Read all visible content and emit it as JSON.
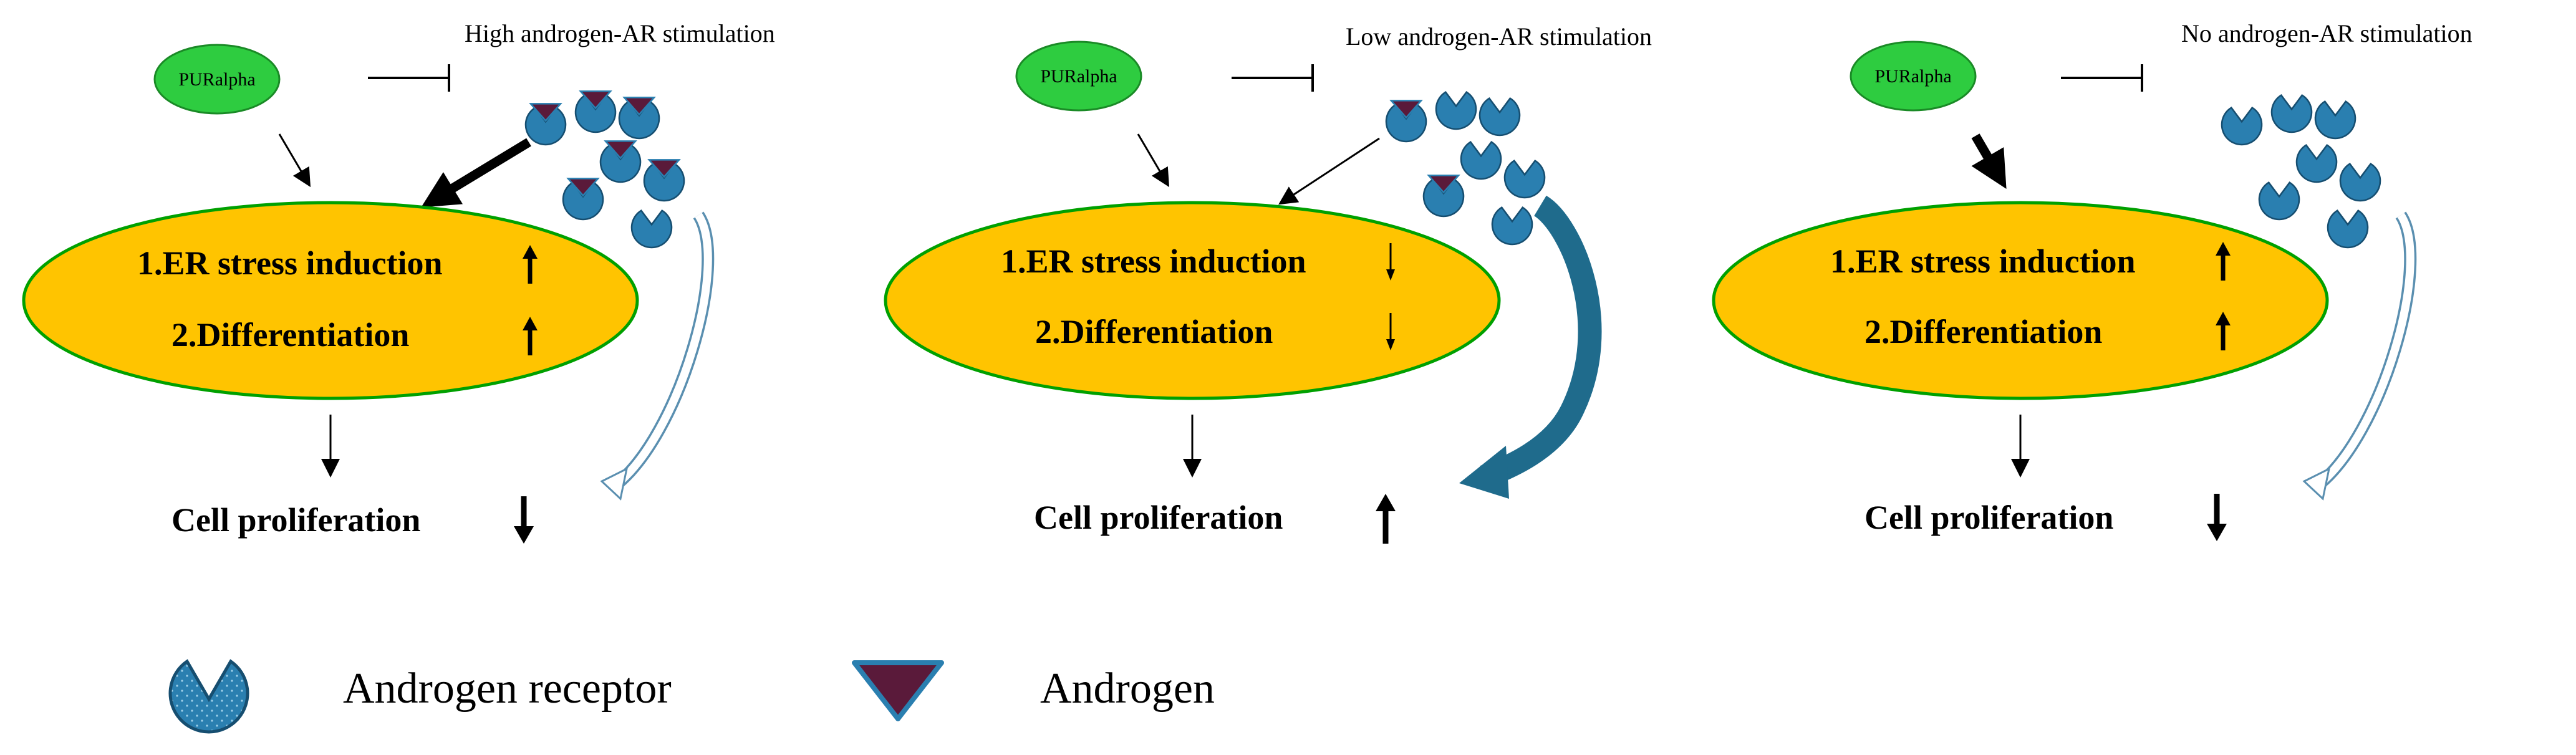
{
  "colors": {
    "puralpha_fill": "#2ecc40",
    "ellipse_fill": "#ffc400",
    "ellipse_stroke": "#00a000",
    "receptor_fill": "#2a7fb0",
    "receptor_stroke": "#164e70",
    "androgen_fill": "#5a1a3a",
    "curved_arrow_dark": "#1f6b8c",
    "curved_arrow_light": "#c5d8e5"
  },
  "panels": [
    {
      "title": "High androgen-AR stimulation",
      "puralpha_label": "PURalpha",
      "items": [
        {
          "text": "1.ER stress induction",
          "trend": "up"
        },
        {
          "text": "2.Differentiation",
          "trend": "up"
        }
      ],
      "outcome": {
        "text": "Cell proliferation",
        "trend": "down"
      }
    },
    {
      "title": "Low androgen-AR stimulation",
      "puralpha_label": "PURalpha",
      "items": [
        {
          "text": "1.ER stress induction",
          "trend": "down"
        },
        {
          "text": "2.Differentiation",
          "trend": "down"
        }
      ],
      "outcome": {
        "text": "Cell proliferation",
        "trend": "up"
      }
    },
    {
      "title": "No androgen-AR stimulation",
      "puralpha_label": "PURalpha",
      "items": [
        {
          "text": "1.ER stress induction",
          "trend": "up"
        },
        {
          "text": "2.Differentiation",
          "trend": "up"
        }
      ],
      "outcome": {
        "text": "Cell proliferation",
        "trend": "down"
      }
    }
  ],
  "legend": {
    "receptor_label": "Androgen receptor",
    "androgen_label": "Androgen"
  }
}
